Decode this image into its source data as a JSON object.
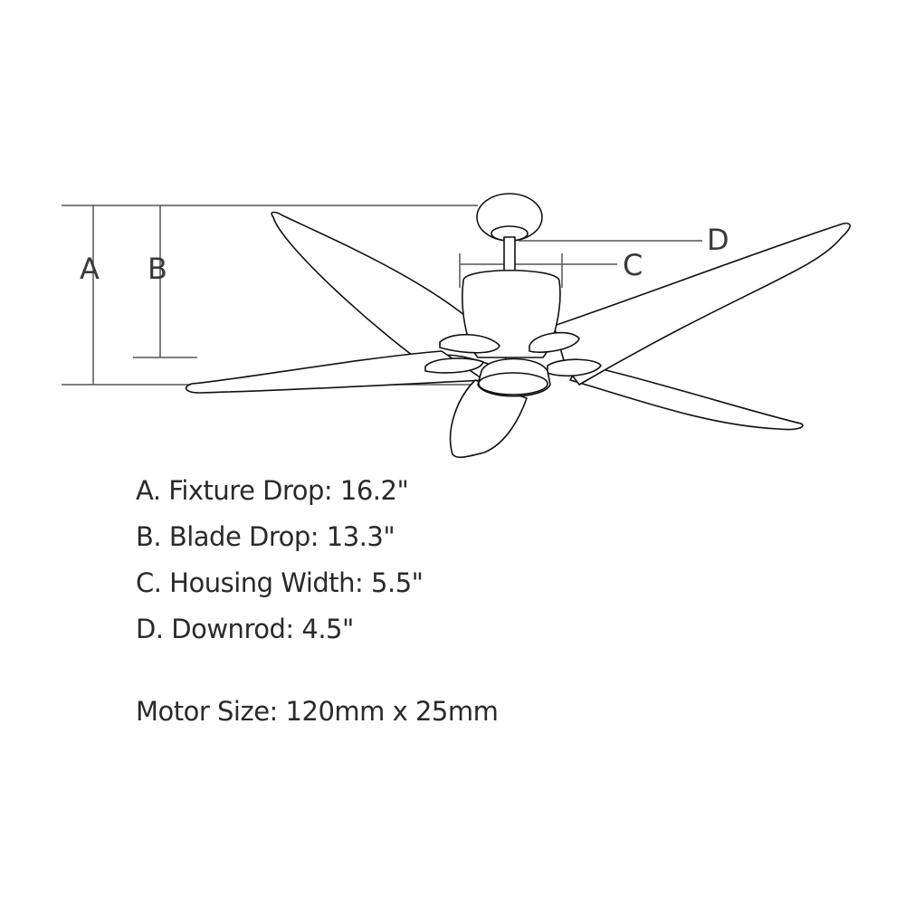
{
  "diagram": {
    "labels": {
      "a": "A",
      "b": "B",
      "c": "C",
      "d": "D"
    }
  },
  "specs": [
    "A. Fixture Drop: 16.2\"",
    "B. Blade Drop: 13.3\"",
    "C. Housing Width: 5.5\"",
    "D. Downrod: 4.5\""
  ],
  "motor": "Motor Size: 120mm x 25mm"
}
